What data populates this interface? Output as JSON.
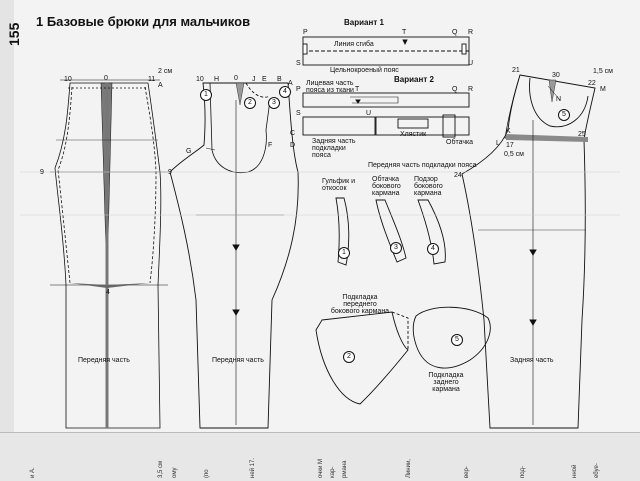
{
  "page": {
    "number": "155",
    "title": "1 Базовые брюки для мальчиков"
  },
  "front_left": {
    "points": {
      "p10": "10",
      "p0": "0",
      "p11": "11",
      "pA": "A",
      "p9": "9",
      "p4": "4"
    },
    "offset_note": "2 см",
    "label": "Передняя часть"
  },
  "front_right": {
    "points": {
      "p10": "10",
      "pH": "H",
      "p0": "0",
      "pJ": "J",
      "pE": "E",
      "pB": "B",
      "pA": "A",
      "pC": "C",
      "pD": "D",
      "pF": "F",
      "pG": "G",
      "p9": "9"
    },
    "label": "Передняя часть"
  },
  "variant1": {
    "title": "Вариант 1",
    "points": {
      "P": "P",
      "T": "T",
      "Q": "Q",
      "R": "R",
      "S": "S",
      "U": "U"
    },
    "fold_line": "Линия сгиба",
    "label": "Цельнокроеный пояс"
  },
  "variant2": {
    "title": "Вариант 2",
    "points": {
      "P": "P",
      "T": "T",
      "Q": "Q",
      "R": "R",
      "S": "S",
      "U": "U"
    },
    "top_note": "Лицевая часть пояса из ткани",
    "back_lining": "Задняя часть подкладки пояса",
    "front_lining": "Передняя часть подкладки пояса",
    "belt_loop": "Хлястик",
    "facing": "Обтачка"
  },
  "small_parts": {
    "fly": "Гульфик и откосок",
    "side_pocket_facing": "Обтачка бокового кармана",
    "side_pocket_underlay": "Подзор бокового кармана",
    "front_side_pocket_lining": "Подкладка переднего бокового кармана",
    "back_pocket_lining": "Подкладка заднего кармана"
  },
  "back": {
    "points": {
      "p21": "21",
      "p30": "30",
      "p22": "22",
      "pM": "M",
      "pN": "N",
      "pK": "K",
      "pL": "L",
      "p17": "17",
      "p25": "25",
      "p24": "24"
    },
    "note_15": "1,5 см",
    "note_05": "0,5 см",
    "label": "Задняя часть"
  },
  "piece_numbers": [
    "1",
    "2",
    "3",
    "4",
    "5"
  ],
  "bottom_strip": [
    "и А.",
    "3,5 см",
    "ому",
    "(по",
    "ней 17.",
    "очки М",
    "кар-",
    "рмана",
    "Линии,",
    "вер-",
    "под-",
    "нной",
    "ебуе-"
  ]
}
